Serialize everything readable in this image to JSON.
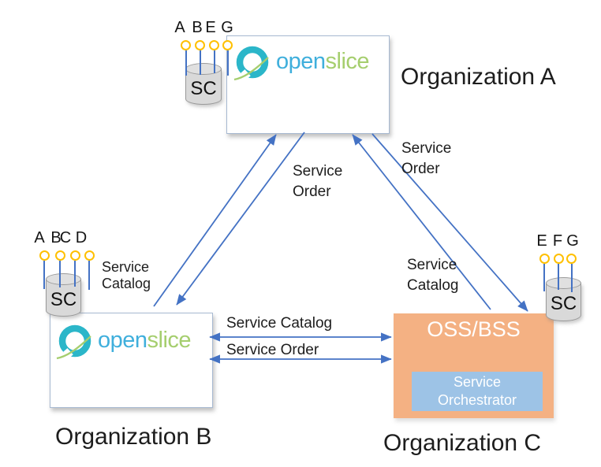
{
  "org_a": {
    "name": "Organization A",
    "interfaces": [
      "A",
      "B",
      "E",
      "G"
    ],
    "sc": "SC"
  },
  "org_b": {
    "name": "Organization B",
    "interfaces": [
      "A",
      "B",
      "C",
      "D"
    ],
    "sc": "SC"
  },
  "org_c": {
    "name": "Organization C",
    "oss": "OSS/BSS",
    "orchestrator_line1": "Service",
    "orchestrator_line2": "Orchestrator",
    "interfaces": [
      "E",
      "F",
      "G"
    ],
    "sc": "SC"
  },
  "logo": {
    "open": "open",
    "slice": "slice"
  },
  "labels": {
    "ab_order_l1": "Service",
    "ab_order_l2": "Order",
    "ac_order_l1": "Service",
    "ac_order_l2": "Order",
    "ac_catalog_l1": "Service",
    "ac_catalog_l2": "Catalog",
    "b_catalog_l1": "Service",
    "b_catalog_l2": "Catalog",
    "bc_catalog": "Service Catalog",
    "bc_order": "Service Order"
  },
  "colors": {
    "arrow": "#4472c4",
    "lollipop_ring": "#ffc000",
    "logo_teal": "#2bb6c9",
    "logo_open": "#3fafdc",
    "logo_slice": "#a5ce6e",
    "oss_fill": "#f4b183",
    "orchestrator_fill": "#9dc3e6",
    "cylinder_fill": "#d9d9d9",
    "box_border": "#a7b9d1"
  }
}
